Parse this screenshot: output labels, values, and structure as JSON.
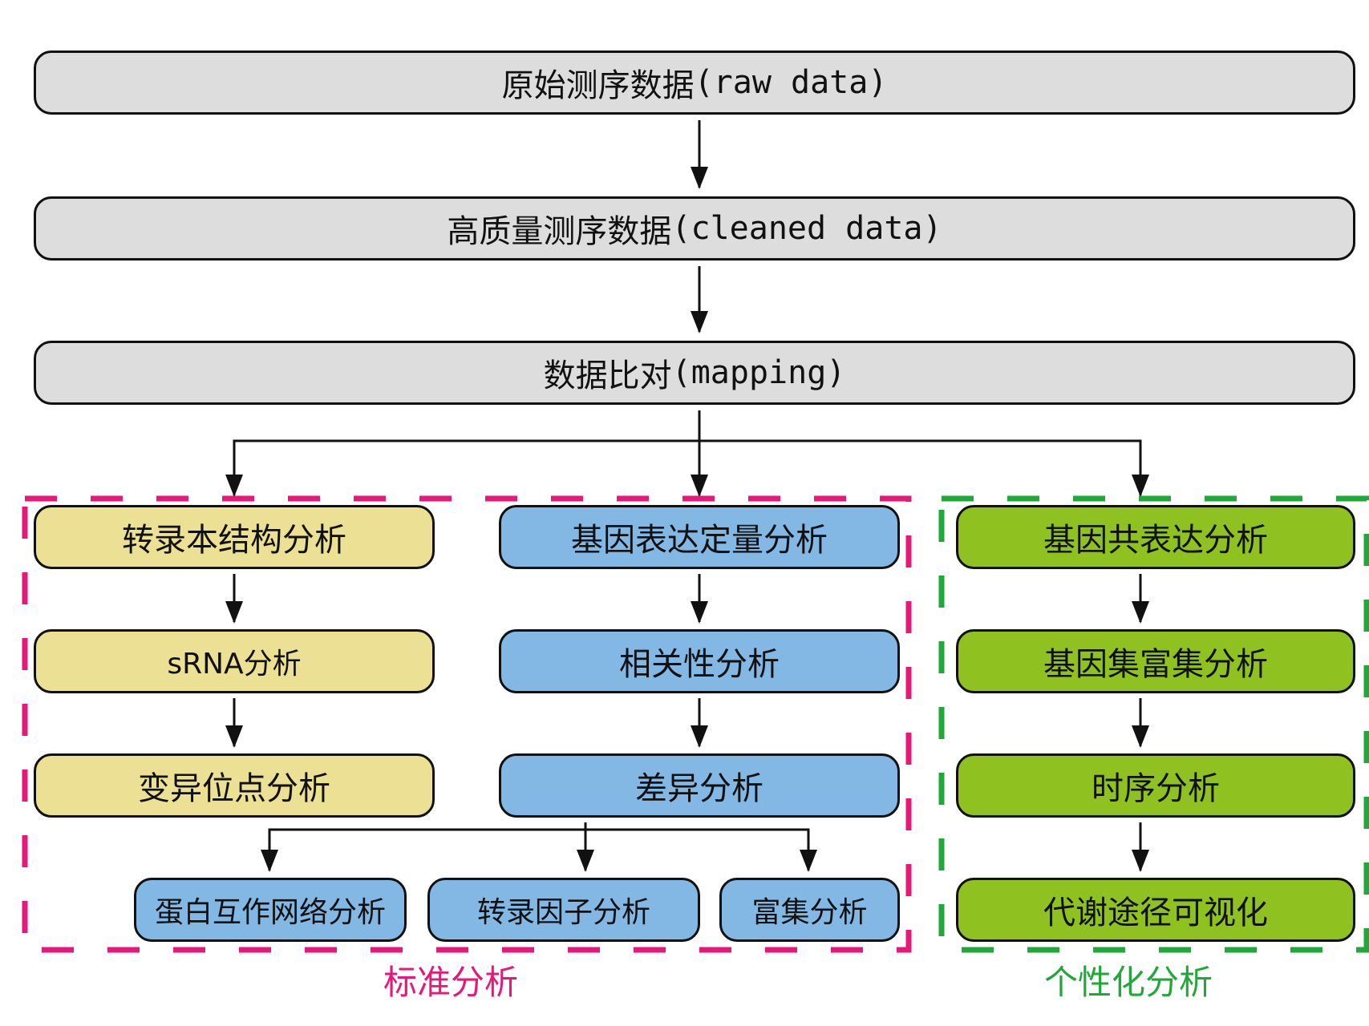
{
  "diagram": {
    "pipeline": [
      {
        "id": "raw",
        "label": "原始测序数据",
        "suffix": "(raw data)"
      },
      {
        "id": "cleaned",
        "label": "高质量测序数据",
        "suffix": "(cleaned data)"
      },
      {
        "id": "mapping",
        "label": "数据比对",
        "suffix": "(mapping)"
      }
    ],
    "standard_group": {
      "title": "标准分析",
      "color": "#e4197a",
      "structure_column": [
        "转录本结构分析",
        "sRNA分析",
        "变异位点分析"
      ],
      "expression_column": [
        "基因表达定量分析",
        "相关性分析",
        "差异分析"
      ],
      "differential_children": [
        "蛋白互作网络分析",
        "转录因子分析",
        "富集分析"
      ]
    },
    "personalized_group": {
      "title": "个性化分析",
      "color": "#22a83a",
      "column": [
        "基因共表达分析",
        "基因集富集分析",
        "时序分析",
        "代谢途径可视化"
      ]
    },
    "colors": {
      "pipeline_fill": "#dcdddc",
      "structure_fill": "#ebe094",
      "expression_fill": "#84b8e4",
      "personalized_fill": "#8fc220",
      "arrow": "#111111"
    }
  }
}
